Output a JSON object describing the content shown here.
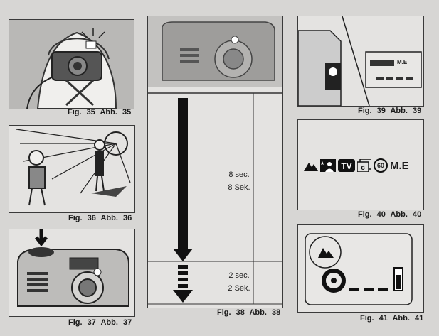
{
  "fig35": {
    "caption": "Fig. 35  Abb. 35"
  },
  "fig36": {
    "caption": "Fig. 36  Abb. 36"
  },
  "fig37": {
    "caption": "Fig. 37  Abb. 37"
  },
  "fig38": {
    "caption": "Fig. 38  Abb. 38",
    "long_en": "8 sec.",
    "long_de": "8 Sek.",
    "short_en": "2 sec.",
    "short_de": "2 Sek."
  },
  "fig39": {
    "caption": "Fig. 39  Abb. 39",
    "lcd_text": "M.E"
  },
  "fig40": {
    "caption": "Fig. 40  Abb. 40",
    "mode_text": "M.E",
    "timer_text": "60"
  },
  "fig41": {
    "caption": "Fig. 41  Abb. 41"
  },
  "icons": [
    "landscape-mode-icon",
    "night-portrait-icon",
    "tv-mode-icon",
    "close-up-icon",
    "self-timer-icon"
  ]
}
